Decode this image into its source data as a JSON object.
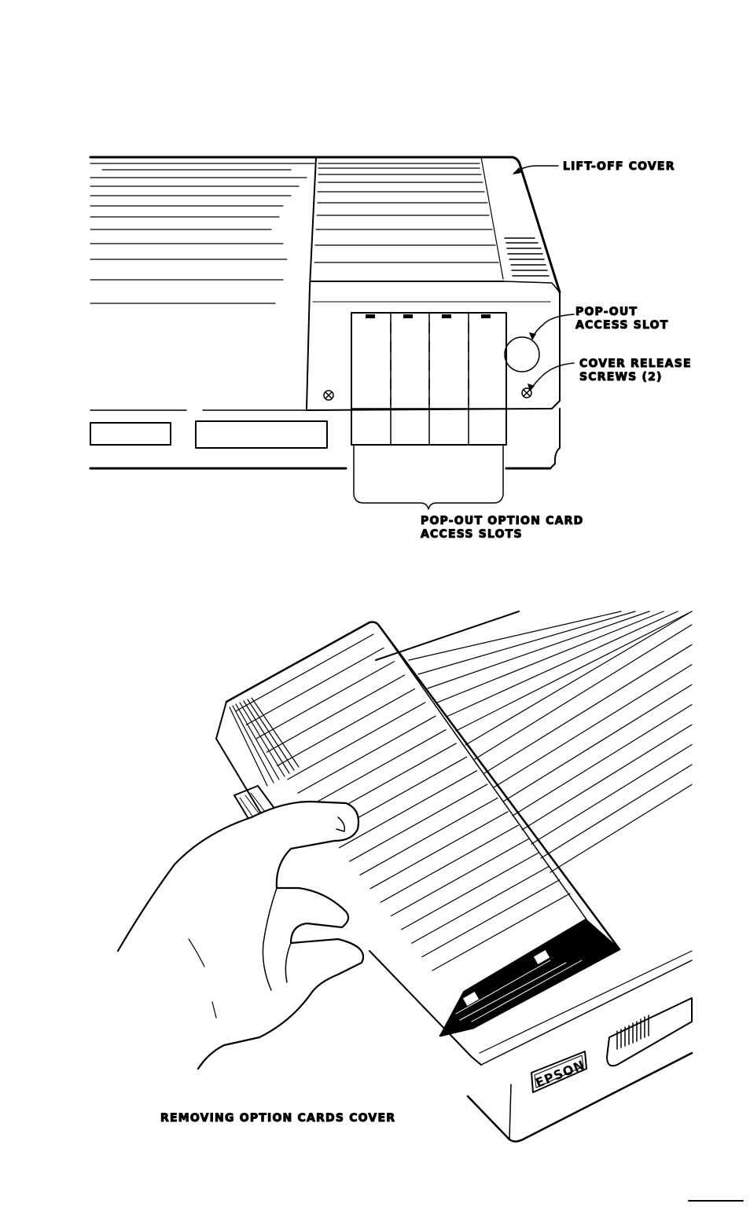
{
  "figure1": {
    "labels": {
      "lift_off_cover": "LIFT-OFF COVER",
      "pop_out_line1": "POP-OUT",
      "pop_out_line2": "ACCESS SLOT",
      "release_line1": "COVER RELEASE",
      "release_line2": "SCREWS (2)",
      "slots_line1": "POP-OUT OPTION CARD",
      "slots_line2": "ACCESS SLOTS"
    }
  },
  "figure2": {
    "caption": "REMOVING OPTION CARDS COVER",
    "brand": "EPSON"
  },
  "colors": {
    "ink": "#000000",
    "paper": "#ffffff"
  }
}
